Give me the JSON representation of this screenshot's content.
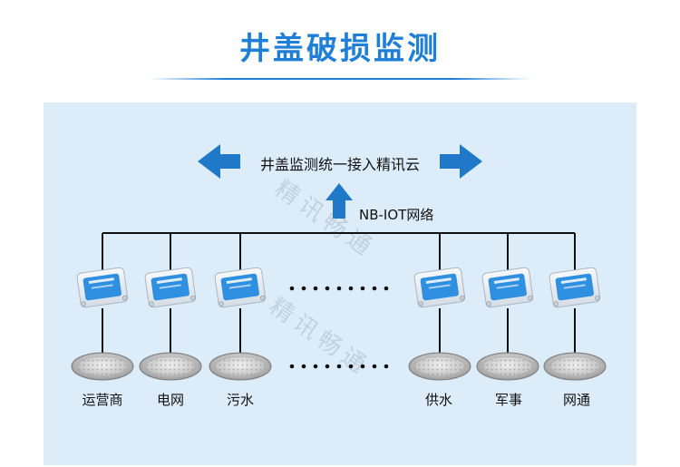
{
  "title": "井盖破损监测",
  "center_label": "井盖监测统一接入精讯云",
  "network_label": "NB-IOT网络",
  "watermark": "精讯畅通",
  "devices": [
    {
      "label": "运营商"
    },
    {
      "label": "电网"
    },
    {
      "label": "污水"
    },
    {
      "label": "供水"
    },
    {
      "label": "军事"
    },
    {
      "label": "网通"
    }
  ],
  "colors": {
    "title": "#1f7fd6",
    "arrow": "#1f78c8",
    "panel": "#dcecf9",
    "sensor": "#2f8fe0"
  },
  "icons": {
    "sensor": "sensor-device-icon",
    "cover": "manhole-cover-icon",
    "arrow": "arrow-icon"
  }
}
